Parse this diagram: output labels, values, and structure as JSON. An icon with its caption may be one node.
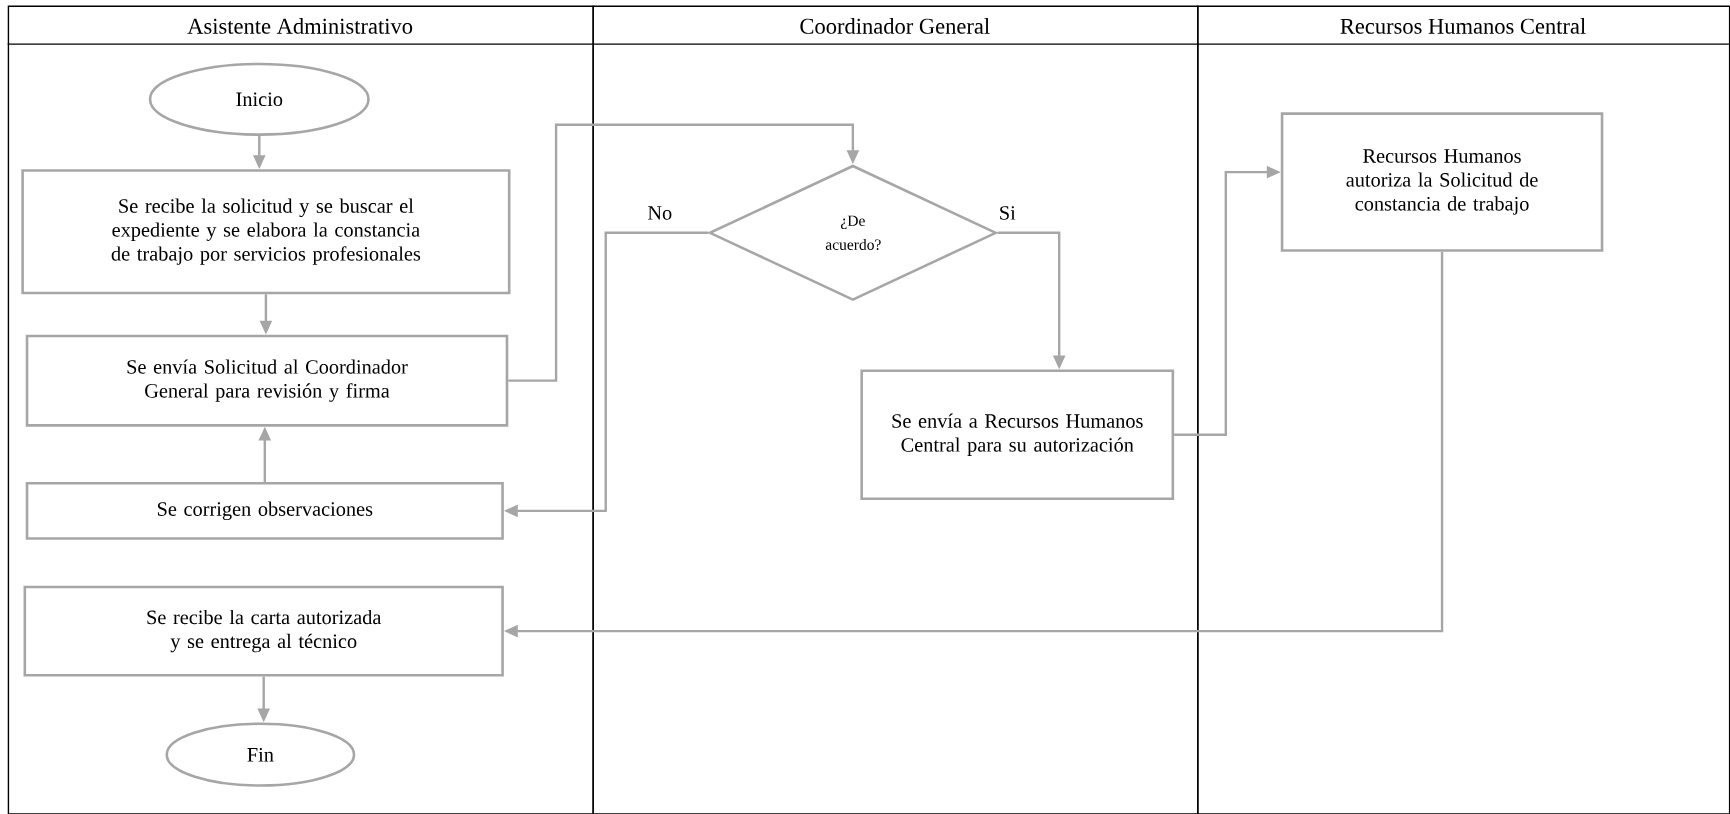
{
  "diagram": {
    "nodes": [
      {
        "text": [
          "Asistente Administrativo"
        ]
      },
      {
        "text": [
          "Coordinador General"
        ]
      },
      {
        "text": [
          "Recursos Humanos Central"
        ]
      },
      {
        "text": [
          "Inicio"
        ],
        "in": 0
      },
      {
        "text": [
          "Se recibe la solicitud y se buscar el expediente y se elabora la constancia de trabajo por servicios profesionales"
        ],
        "in": 0
      },
      {
        "text": [
          "Se envía Solicitud al Coordinador General para revisión y firma"
        ],
        "in": 0
      },
      {
        "text": [
          "Se corrigen observaciones"
        ],
        "in": 0
      },
      {
        "text": [
          "Se recibe la carta autorizada y se entrega al técnico"
        ],
        "in": 0
      },
      {
        "text": [
          "Fin"
        ],
        "in": 0
      },
      {
        "text": [
          "¿De acuerdo?"
        ],
        "in": 1
      },
      {
        "text": [
          "Se envía a Recursos Humanos Central para su autorización"
        ],
        "in": 1
      },
      {
        "text": [
          "Recursos Humanos autoriza la Solicitud de constancia de trabajo"
        ],
        "in": 2
      }
    ],
    "edges": [
      {
        "from": 3,
        "to": 4,
        "arrow": "to"
      },
      {
        "from": 4,
        "to": 5,
        "arrow": "to"
      },
      {
        "from": 5,
        "to": 9,
        "arrow": "to"
      },
      {
        "from": 9,
        "to": 6,
        "arrow": "to",
        "label": "No"
      },
      {
        "from": 9,
        "to": 10,
        "arrow": "to",
        "label": "Si"
      },
      {
        "from": 10,
        "to": 11,
        "arrow": "to"
      },
      {
        "from": 11,
        "to": 7,
        "arrow": "to"
      },
      {
        "from": 6,
        "to": 5,
        "arrow": "to"
      },
      {
        "from": 7,
        "to": 8,
        "arrow": "to"
      }
    ]
  }
}
